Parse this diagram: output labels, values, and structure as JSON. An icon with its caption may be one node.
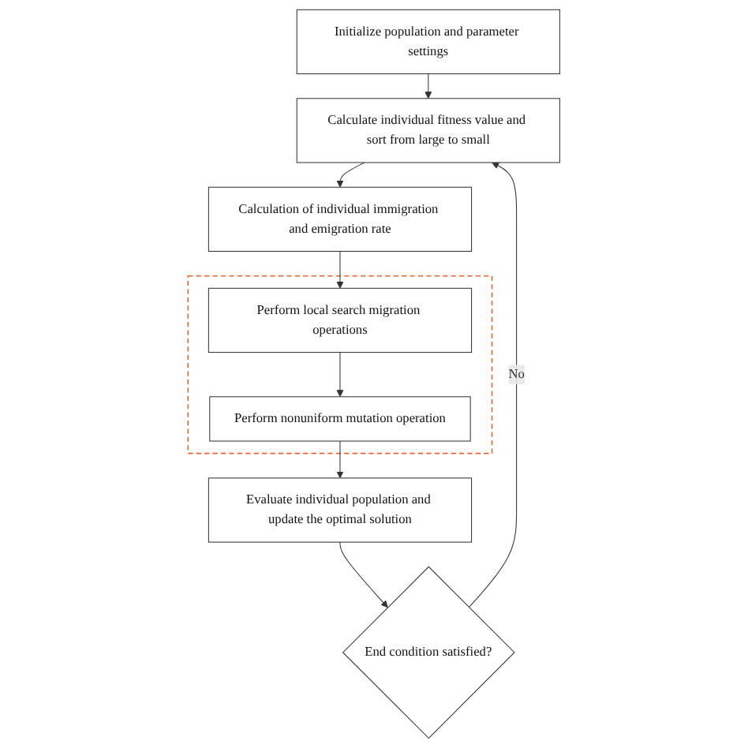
{
  "diagram": {
    "nodes": [
      {
        "text": [
          "Initialize population and parameter settings"
        ]
      },
      {
        "text": [
          "Calculate individual fitness value and sort from large to small"
        ]
      },
      {
        "text": [
          "Calculation of individual immigration and emigration rate"
        ]
      },
      {
        "text": [],
        "shape": "box"
      },
      {
        "text": [
          "Perform local search migration operations"
        ],
        "in": 3
      },
      {
        "text": [
          "Perform nonuniform mutation operation"
        ],
        "in": 3
      },
      {
        "text": [
          "Evaluate individual population and update the optimal solution"
        ]
      },
      {
        "text": [
          "End condition satisfied?"
        ]
      }
    ],
    "edges": [
      {
        "from": 0,
        "to": 1,
        "arrow": "to"
      },
      {
        "from": 1,
        "to": 2,
        "arrow": "to"
      },
      {
        "from": 2,
        "to": 4,
        "arrow": "to"
      },
      {
        "from": 4,
        "to": 5,
        "arrow": "to"
      },
      {
        "from": 5,
        "to": 6,
        "arrow": "to"
      },
      {
        "from": 6,
        "to": 7,
        "arrow": "to"
      },
      {
        "from": 7,
        "to": 1,
        "label": "No",
        "arrow": "to"
      }
    ]
  }
}
